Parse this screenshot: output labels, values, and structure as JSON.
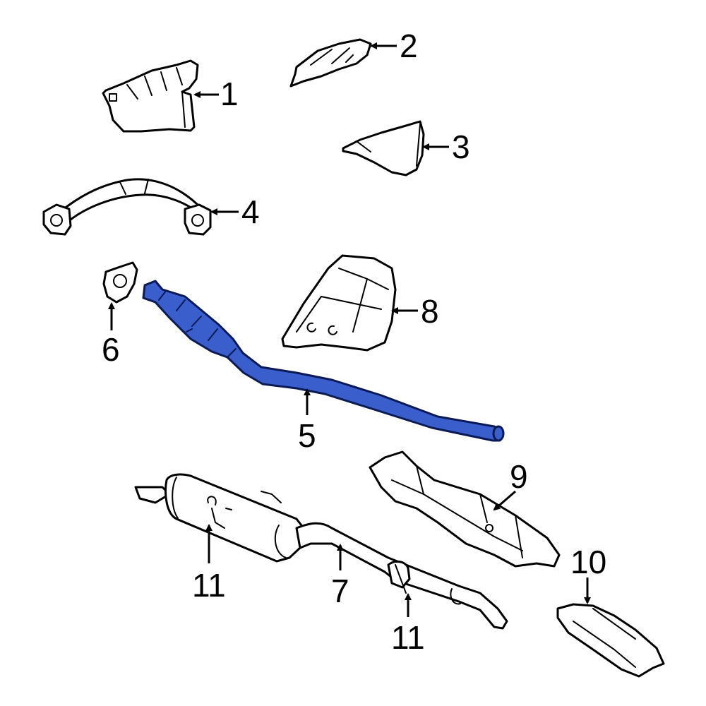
{
  "diagram": {
    "type": "exploded parts diagram",
    "subject": "exhaust system",
    "highlight_color": "#3a5fcd",
    "highlighted_part": "5"
  },
  "callouts": {
    "c1": "1",
    "c2": "2",
    "c3": "3",
    "c4": "4",
    "c5": "5",
    "c6": "6",
    "c7": "7",
    "c8": "8",
    "c9": "9",
    "c10": "10",
    "c11a": "11",
    "c11b": "11"
  }
}
